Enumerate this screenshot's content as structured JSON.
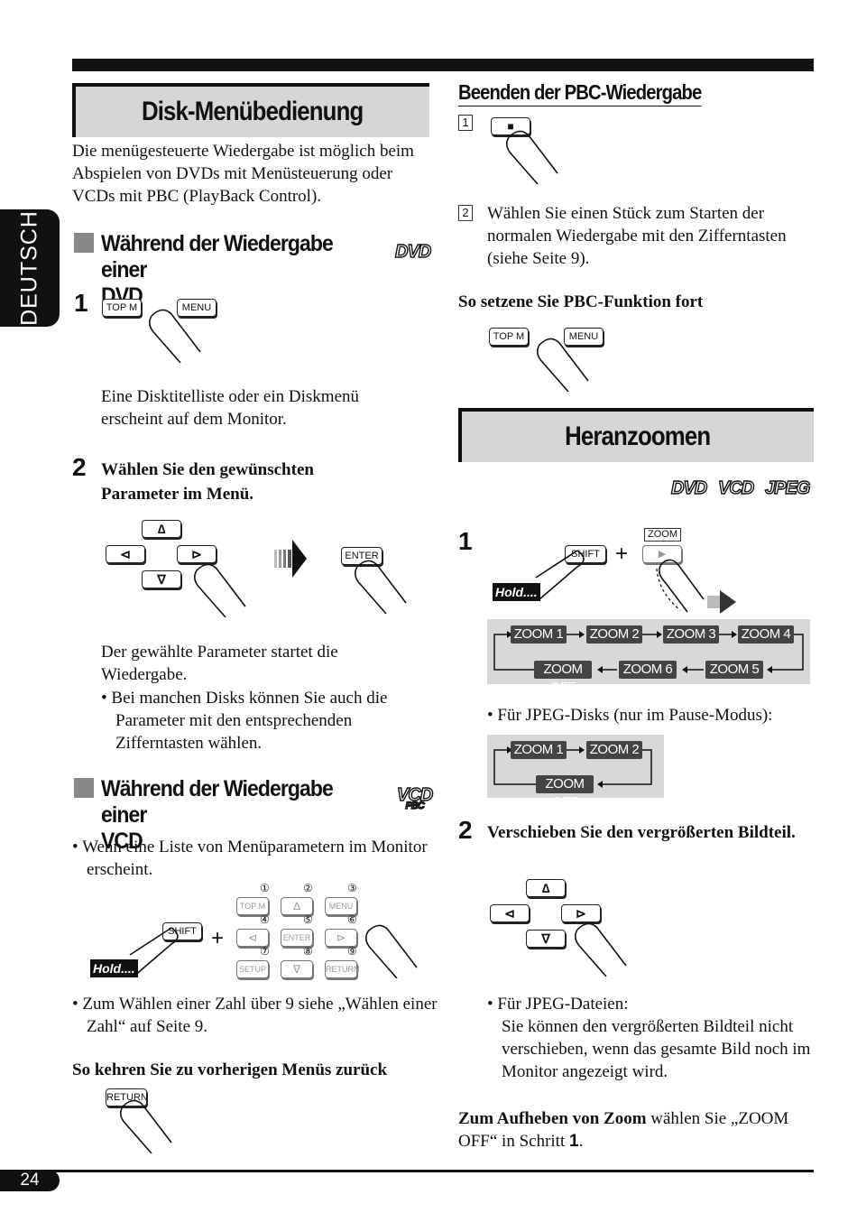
{
  "sidebar": {
    "language": "DEUTSCH"
  },
  "page": {
    "number": "24"
  },
  "left": {
    "title": "Disk-Menübedienung",
    "intro": "Die menügesteuerte Wiedergabe ist möglich beim Abspielen von DVDs mit Menüsteuerung oder VCDs mit PBC (PlayBack Control).",
    "dvd_section": {
      "heading_line1": "Während der Wiedergabe einer",
      "heading_line2": "DVD",
      "icon_label": "DVD",
      "step1_num": "1",
      "btn_topm": "TOP M",
      "btn_menu": "MENU",
      "step1_text": "Eine Disktitelliste oder ein Diskmenü erscheint auf dem Monitor.",
      "step2_num": "2",
      "step2_heading": "Wählen Sie den gewünschten Parameter im Menü.",
      "arrow_up": "∆",
      "arrow_left": "⊲",
      "arrow_right": "⊳",
      "arrow_down": "∇",
      "btn_enter": "ENTER",
      "step2_text": "Der gewählte Parameter startet die Wiedergabe.",
      "step2_bullet": "Bei manchen Disks können Sie auch die Parameter mit den entsprechenden Zifferntasten wählen."
    },
    "vcd_section": {
      "heading_line1": "Während der Wiedergabe einer",
      "heading_line2": "VCD",
      "icon_label": "VCD",
      "icon_sub": "PBC",
      "bullet1": "Wenn eine Liste von Menüparametern im Monitor erscheint.",
      "btn_shift": "SHIFT",
      "hold": "Hold....",
      "plus": "+",
      "keypad": {
        "n1": "①",
        "n2": "②",
        "n3": "③",
        "n4": "④",
        "n5": "⑤",
        "n6": "⑥",
        "n7": "⑦",
        "n8": "⑧",
        "n9": "⑨",
        "k1": "TOP M",
        "k2": "∆",
        "k3": "MENU",
        "k4": "⊲",
        "k5": "ENTER",
        "k6": "⊳",
        "k7": "SETUP",
        "k8": "∇",
        "k9": "RETURN"
      },
      "bullet2": "Zum Wählen einer Zahl über 9 siehe „Wählen einer Zahl“ auf Seite 9.",
      "return_heading": "So kehren Sie zu vorherigen Menüs zurück",
      "btn_return": "RETURN"
    }
  },
  "right": {
    "pbc_end_heading": "Beenden der PBC-Wiedergabe",
    "pbc_step1": "1",
    "stop_symbol": "■",
    "pbc_step2": "2",
    "pbc_step2_text": "Wählen Sie einen Stück zum Starten der normalen Wiedergabe mit den Zifferntasten (siehe Seite 9).",
    "pbc_resume_heading": "So setzene Sie PBC-Funktion fort",
    "btn_topm": "TOP M",
    "btn_menu": "MENU",
    "zoom_title": "Heranzoomen",
    "icons": [
      "DVD",
      "VCD",
      "JPEG"
    ],
    "zoom_step1": "1",
    "btn_shift": "SHIFT",
    "btn_zoom_label": "ZOOM",
    "play_symbol": "▶",
    "hold": "Hold....",
    "plus": "+",
    "zoom_cycle_top": [
      "ZOOM 1",
      "ZOOM 2",
      "ZOOM 3",
      "ZOOM 4"
    ],
    "zoom_cycle_bottom": [
      "ZOOM OFF",
      "ZOOM 6",
      "ZOOM 5"
    ],
    "jpeg_bullet": "Für JPEG-Disks (nur im Pause-Modus):",
    "jpeg_cycle_top": [
      "ZOOM 1",
      "ZOOM 2"
    ],
    "jpeg_cycle_bottom": "ZOOM OFF",
    "zoom_step2": "2",
    "zoom_step2_heading": "Verschieben Sie den vergrößerten Bildteil.",
    "arrow_up": "∆",
    "arrow_left": "⊲",
    "arrow_right": "⊳",
    "arrow_down": "∇",
    "jpeg_files_bullet_head": "Für JPEG-Dateien:",
    "jpeg_files_text": "Sie können den vergrößerten Bildteil nicht verschieben, wenn das gesamte Bild noch im Monitor angezeigt wird.",
    "cancel_bold": "Zum Aufheben von Zoom",
    "cancel_rest": " wählen Sie „ZOOM OFF“ in Schritt ",
    "cancel_step": "1",
    "cancel_end": "."
  }
}
